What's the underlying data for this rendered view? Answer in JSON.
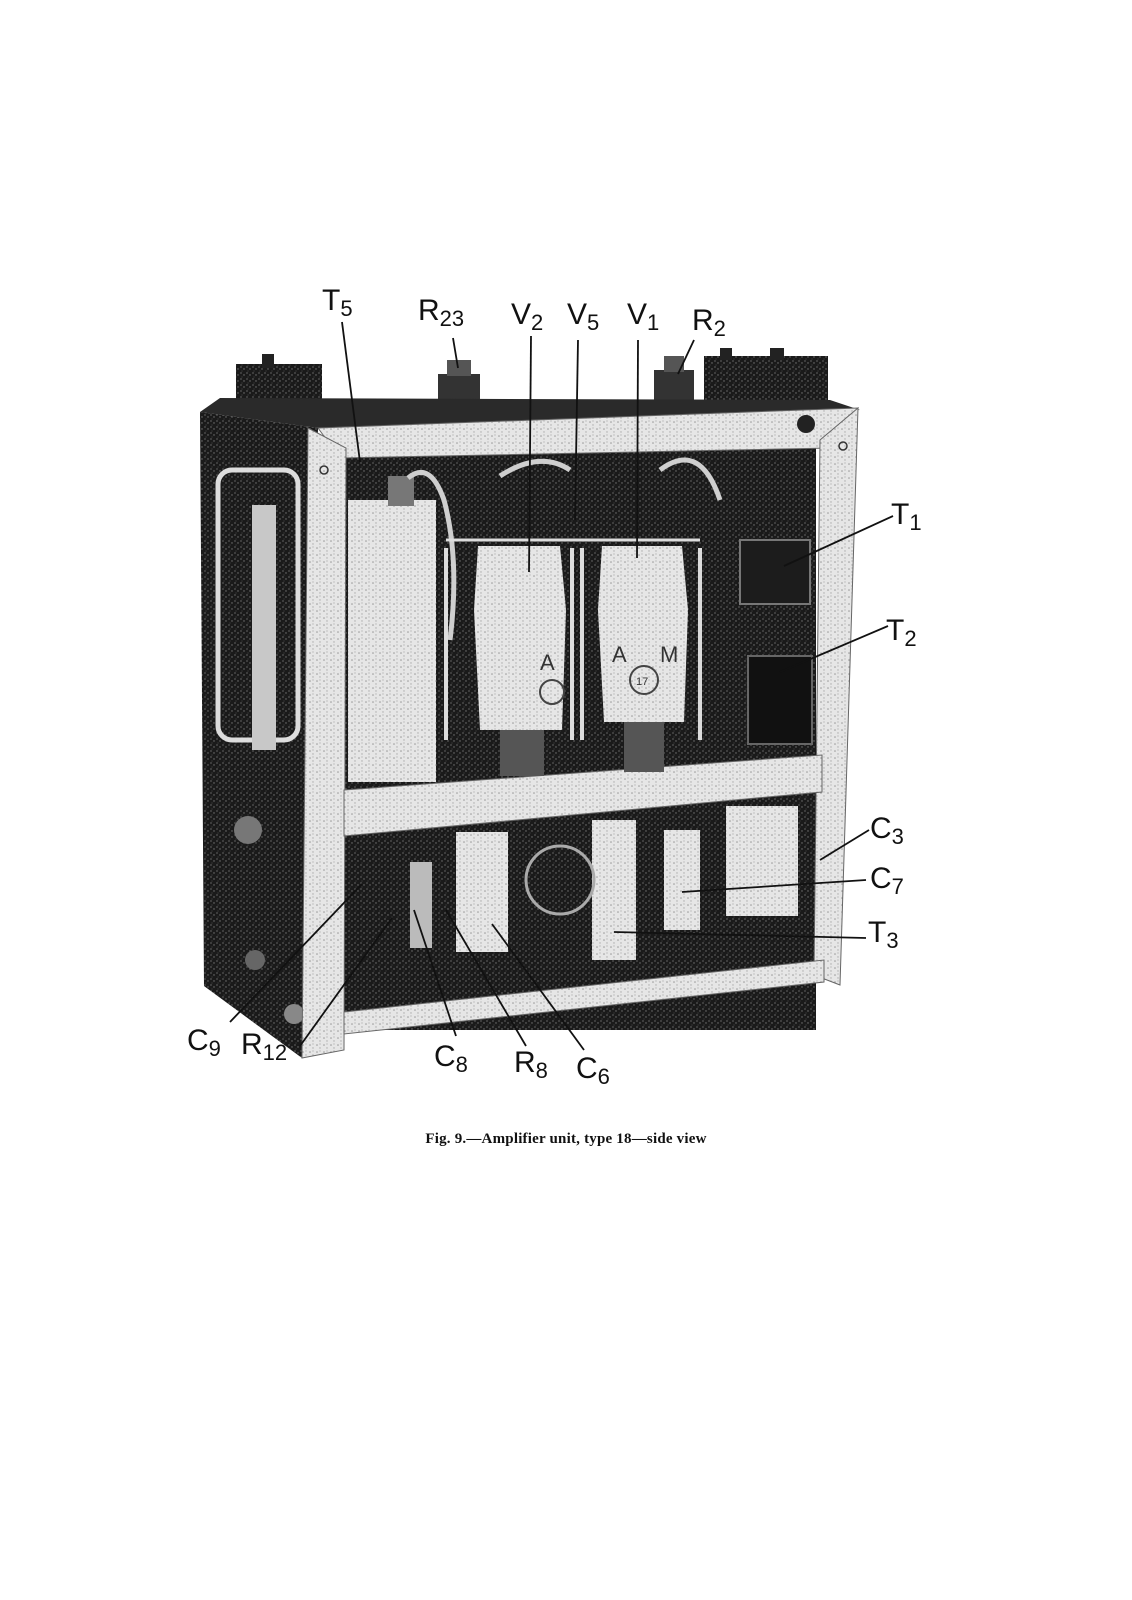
{
  "figure": {
    "caption": "Fig. 9.—Amplifier unit, type 18—side view",
    "labels": [
      {
        "id": "t5",
        "main": "T",
        "sub": "5"
      },
      {
        "id": "r23",
        "main": "R",
        "sub": "23"
      },
      {
        "id": "v2",
        "main": "V",
        "sub": "2"
      },
      {
        "id": "v5",
        "main": "V",
        "sub": "5"
      },
      {
        "id": "v1",
        "main": "V",
        "sub": "1"
      },
      {
        "id": "r2",
        "main": "R",
        "sub": "2"
      },
      {
        "id": "t1",
        "main": "T",
        "sub": "1"
      },
      {
        "id": "t2",
        "main": "T",
        "sub": "2"
      },
      {
        "id": "c3",
        "main": "C",
        "sub": "3"
      },
      {
        "id": "c7",
        "main": "C",
        "sub": "7"
      },
      {
        "id": "t3",
        "main": "T",
        "sub": "3"
      },
      {
        "id": "c9",
        "main": "C",
        "sub": "9"
      },
      {
        "id": "r12",
        "main": "R",
        "sub": "12"
      },
      {
        "id": "c8",
        "main": "C",
        "sub": "8"
      },
      {
        "id": "r8",
        "main": "R",
        "sub": "8"
      },
      {
        "id": "c6",
        "main": "C",
        "sub": "6"
      }
    ],
    "tube_markings": [
      "A",
      "A",
      "M",
      "17"
    ]
  },
  "colors": {
    "ink": "#111111",
    "paper": "#ffffff",
    "frame": "#e8e8e8",
    "shadow": "#3a3a3a"
  }
}
